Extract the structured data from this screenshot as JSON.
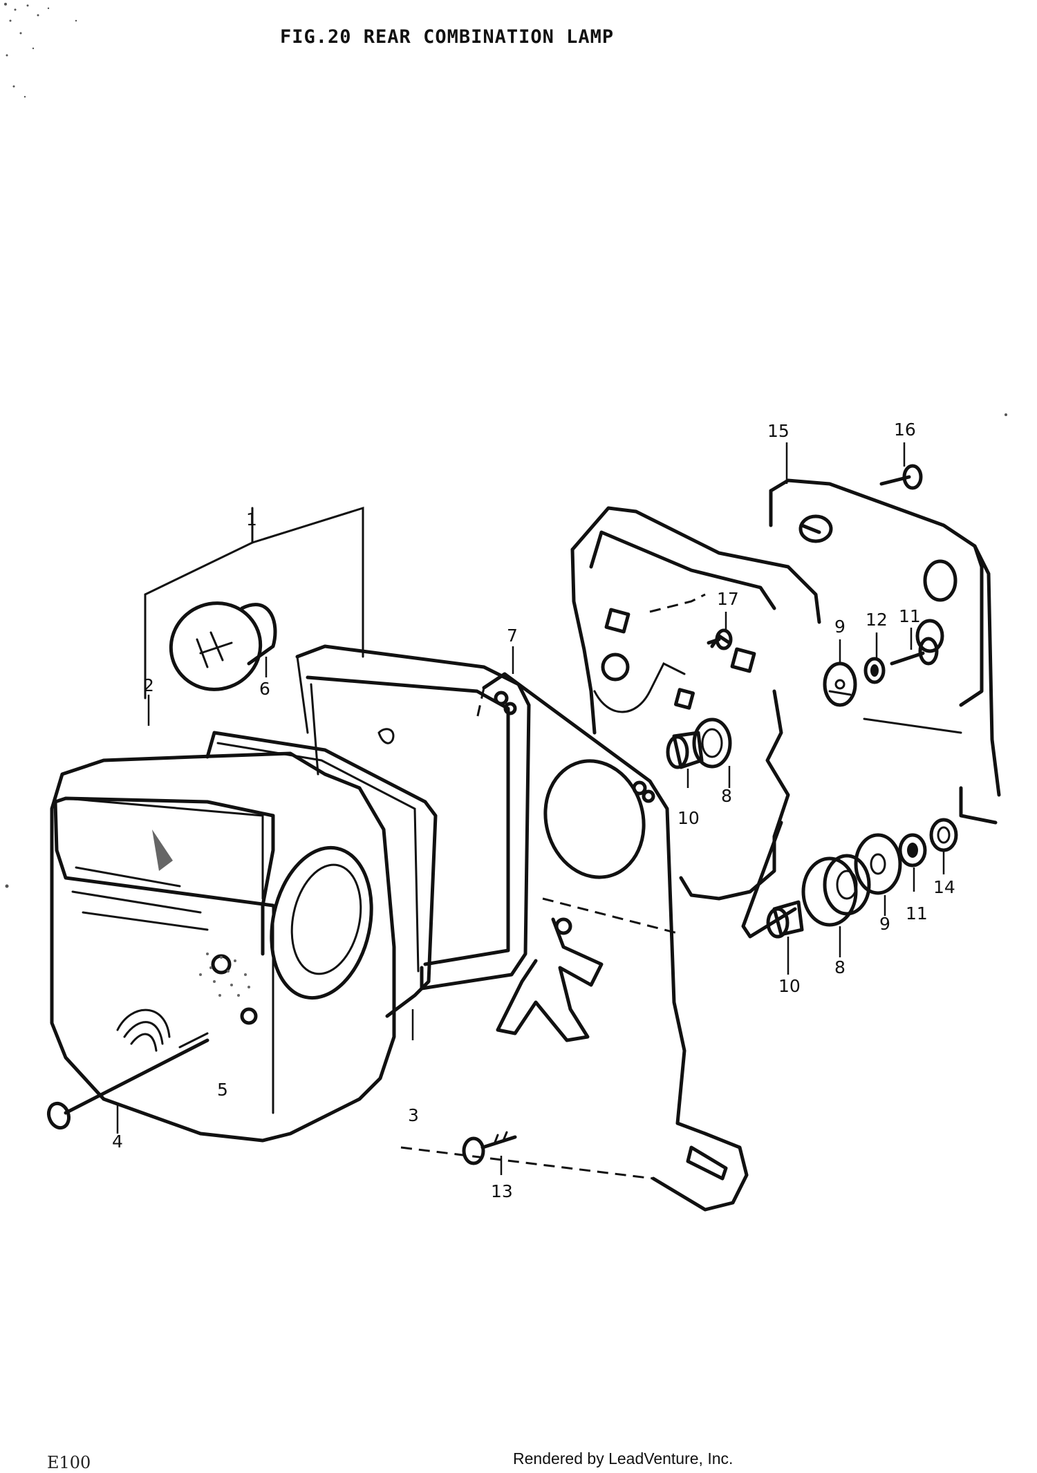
{
  "figure": {
    "title": "FIG.20  REAR COMBINATION LAMP",
    "page_code": "E100",
    "credit": "Rendered by LeadVenture, Inc."
  },
  "callouts": [
    {
      "id": "c1",
      "label": "1"
    },
    {
      "id": "c2",
      "label": "2"
    },
    {
      "id": "c3",
      "label": "3"
    },
    {
      "id": "c4",
      "label": "4"
    },
    {
      "id": "c5",
      "label": "5"
    },
    {
      "id": "c6",
      "label": "6"
    },
    {
      "id": "c7",
      "label": "7"
    },
    {
      "id": "c8a",
      "label": "8"
    },
    {
      "id": "c8b",
      "label": "8"
    },
    {
      "id": "c9a",
      "label": "9"
    },
    {
      "id": "c9b",
      "label": "9"
    },
    {
      "id": "c10a",
      "label": "10"
    },
    {
      "id": "c10b",
      "label": "10"
    },
    {
      "id": "c11a",
      "label": "11"
    },
    {
      "id": "c11b",
      "label": "11"
    },
    {
      "id": "c12",
      "label": "12"
    },
    {
      "id": "c13",
      "label": "13"
    },
    {
      "id": "c14",
      "label": "14"
    },
    {
      "id": "c15",
      "label": "15"
    },
    {
      "id": "c16",
      "label": "16"
    },
    {
      "id": "c17",
      "label": "17"
    }
  ]
}
